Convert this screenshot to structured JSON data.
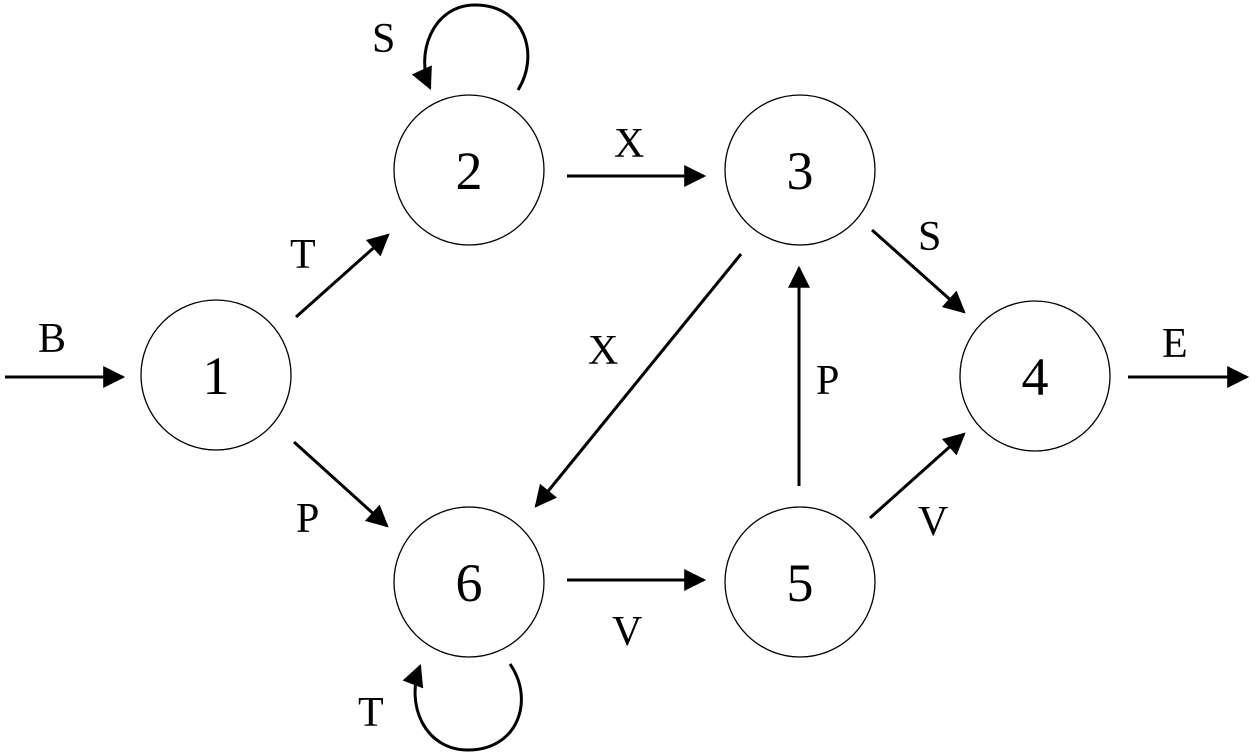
{
  "diagram": {
    "nodes": [
      {
        "id": "1",
        "label": "1"
      },
      {
        "id": "2",
        "label": "2"
      },
      {
        "id": "3",
        "label": "3"
      },
      {
        "id": "4",
        "label": "4"
      },
      {
        "id": "5",
        "label": "5"
      },
      {
        "id": "6",
        "label": "6"
      }
    ],
    "edges": [
      {
        "from": "start",
        "to": "1",
        "label": "B"
      },
      {
        "from": "1",
        "to": "2",
        "label": "T"
      },
      {
        "from": "1",
        "to": "6",
        "label": "P"
      },
      {
        "from": "2",
        "to": "2",
        "label": "S"
      },
      {
        "from": "2",
        "to": "3",
        "label": "X"
      },
      {
        "from": "3",
        "to": "6",
        "label": "X"
      },
      {
        "from": "3",
        "to": "4",
        "label": "S"
      },
      {
        "from": "5",
        "to": "3",
        "label": "P"
      },
      {
        "from": "5",
        "to": "4",
        "label": "V"
      },
      {
        "from": "6",
        "to": "5",
        "label": "V"
      },
      {
        "from": "6",
        "to": "6",
        "label": "T"
      },
      {
        "from": "4",
        "to": "end",
        "label": "E"
      }
    ]
  }
}
